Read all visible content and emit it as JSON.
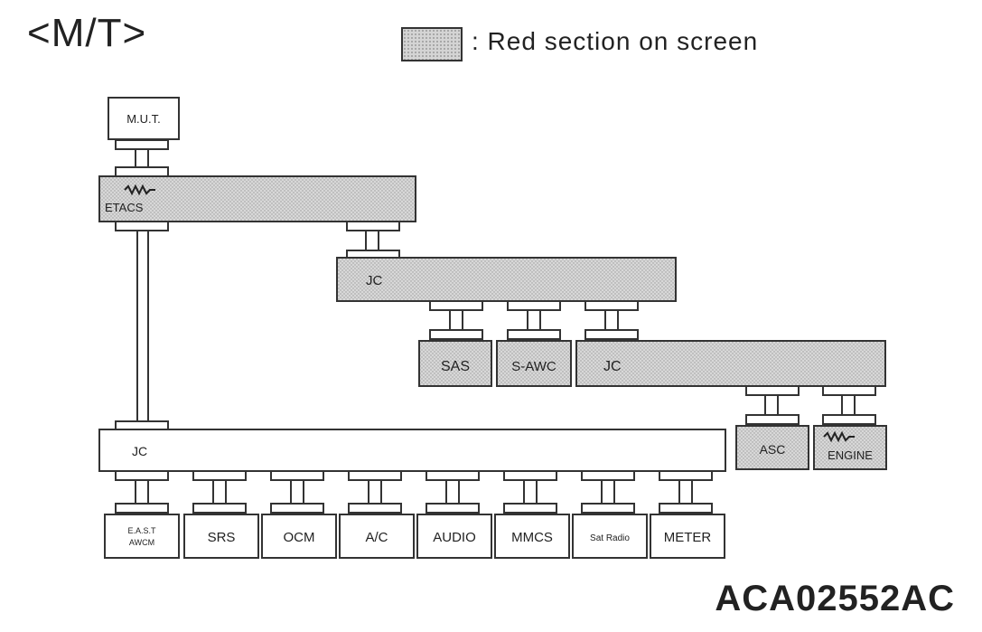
{
  "title": "<M/T>",
  "legend": {
    "text": ": Red section on screen",
    "color": "#d4d4d4"
  },
  "figure_code": "ACA02552AC",
  "nodes": {
    "mut": "M.U.T.",
    "etacs": "ETACS",
    "jc_upper": "JC",
    "sas": "SAS",
    "sawc": "S-AWC",
    "jc_mid": "JC",
    "asc": "ASC",
    "engine": "ENGINE",
    "jc_lower": "JC",
    "east_line1": "E.A.S.T",
    "east_line2": "AWCM",
    "srs": "SRS",
    "ocm": "OCM",
    "ac": "A/C",
    "audio": "AUDIO",
    "mmcs": "MMCS",
    "sat_radio": "Sat Radio",
    "meter": "METER"
  }
}
